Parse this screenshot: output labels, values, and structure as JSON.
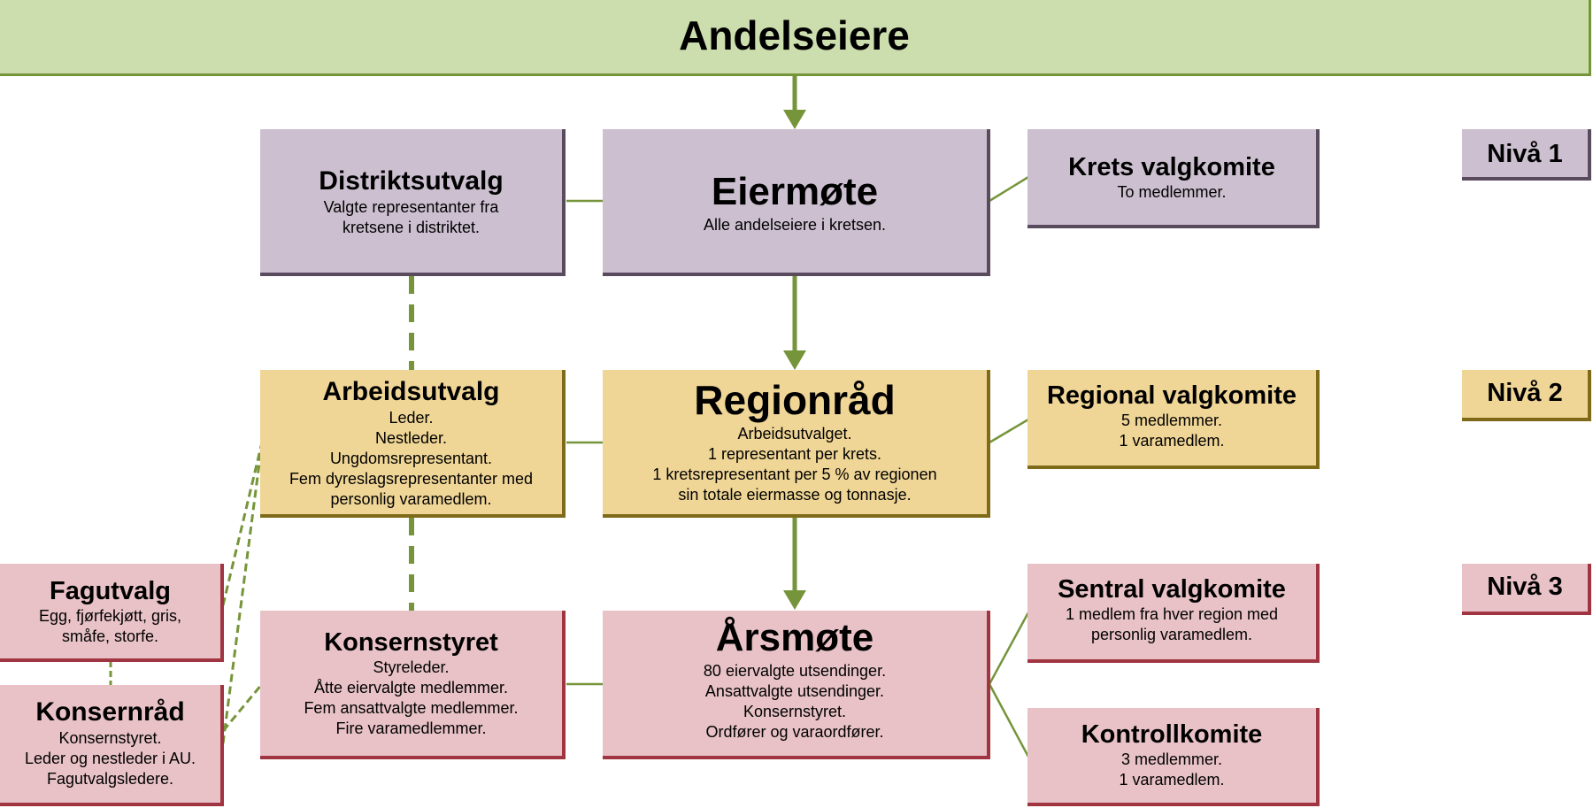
{
  "top": {
    "title": "Andelseiere"
  },
  "level1": {
    "label": "Nivå 1",
    "main": {
      "title": "Eiermøte",
      "lines": [
        "Alle andelseiere i kretsen."
      ]
    },
    "left": {
      "title": "Distriktsutvalg",
      "lines": [
        "Valgte representanter fra",
        "kretsene i distriktet."
      ]
    },
    "right": {
      "title": "Krets valgkomite",
      "lines": [
        "To medlemmer."
      ]
    }
  },
  "level2": {
    "label": "Nivå 2",
    "main": {
      "title": "Regionråd",
      "lines": [
        "Arbeidsutvalget.",
        "1 representant per krets.",
        "1 kretsrepresentant per 5 % av regionen",
        "sin totale eiermasse og tonnasje."
      ]
    },
    "left": {
      "title": "Arbeidsutvalg",
      "lines": [
        "Leder.",
        "Nestleder.",
        "Ungdomsrepresentant.",
        "Fem dyreslagsrepresentanter med",
        "personlig varamedlem."
      ]
    },
    "right": {
      "title": "Regional valgkomite",
      "lines": [
        "5 medlemmer.",
        "1 varamedlem."
      ]
    }
  },
  "level3": {
    "label": "Nivå 3",
    "main": {
      "title": "Årsmøte",
      "lines": [
        "80 eiervalgte utsendinger.",
        "Ansattvalgte utsendinger.",
        "Konsernstyret.",
        "Ordfører og varaordfører."
      ]
    },
    "left": {
      "title": "Konsernstyret",
      "lines": [
        "Styreleder.",
        "Åtte eiervalgte medlemmer.",
        "Fem ansattvalgte medlemmer.",
        "Fire varamedlemmer."
      ]
    },
    "right_top": {
      "title": "Sentral valgkomite",
      "lines": [
        "1 medlem fra hver region med",
        "personlig varamedlem."
      ]
    },
    "right_bottom": {
      "title": "Kontrollkomite",
      "lines": [
        "3 medlemmer.",
        "1 varamedlem."
      ]
    },
    "far_left_top": {
      "title": "Fagutvalg",
      "lines": [
        "Egg, fjørfekjøtt, gris,",
        "småfe, storfe."
      ]
    },
    "far_left_bottom": {
      "title": "Konsernråd",
      "lines": [
        "Konsernstyret.",
        "Leder og nestleder i AU.",
        "Fagutvalgsledere."
      ]
    }
  },
  "colors": {
    "connector": "#76953a",
    "purple": "#ccc0d0",
    "yellow": "#f0d696",
    "pink": "#e8c2c6",
    "green": "#cddeae"
  }
}
